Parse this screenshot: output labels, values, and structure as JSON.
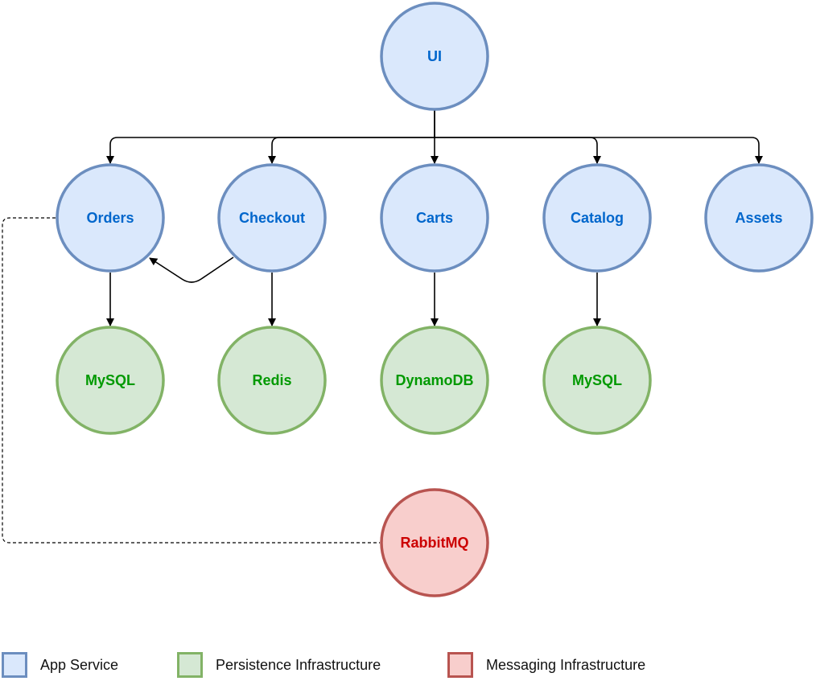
{
  "palette": {
    "app_service": {
      "fill": "#dae8fc",
      "stroke": "#6c8ebf",
      "text": "#0066cc"
    },
    "persistence": {
      "fill": "#d5e8d4",
      "stroke": "#82b366",
      "text": "#009900"
    },
    "messaging": {
      "fill": "#f8cecc",
      "stroke": "#b85450",
      "text": "#cc0000"
    }
  },
  "nodes": [
    {
      "id": "ui",
      "label": "UI",
      "kind": "app_service"
    },
    {
      "id": "orders",
      "label": "Orders",
      "kind": "app_service"
    },
    {
      "id": "checkout",
      "label": "Checkout",
      "kind": "app_service"
    },
    {
      "id": "carts",
      "label": "Carts",
      "kind": "app_service"
    },
    {
      "id": "catalog",
      "label": "Catalog",
      "kind": "app_service"
    },
    {
      "id": "assets",
      "label": "Assets",
      "kind": "app_service"
    },
    {
      "id": "mysql-orders",
      "label": "MySQL",
      "kind": "persistence"
    },
    {
      "id": "redis",
      "label": "Redis",
      "kind": "persistence"
    },
    {
      "id": "dynamodb",
      "label": "DynamoDB",
      "kind": "persistence"
    },
    {
      "id": "mysql-catalog",
      "label": "MySQL",
      "kind": "persistence"
    },
    {
      "id": "rabbitmq",
      "label": "RabbitMQ",
      "kind": "messaging"
    }
  ],
  "edges": [
    {
      "from": "ui",
      "to": "orders",
      "style": "solid"
    },
    {
      "from": "ui",
      "to": "checkout",
      "style": "solid"
    },
    {
      "from": "ui",
      "to": "carts",
      "style": "solid"
    },
    {
      "from": "ui",
      "to": "catalog",
      "style": "solid"
    },
    {
      "from": "ui",
      "to": "assets",
      "style": "solid"
    },
    {
      "from": "checkout",
      "to": "orders",
      "style": "solid"
    },
    {
      "from": "orders",
      "to": "mysql-orders",
      "style": "solid"
    },
    {
      "from": "checkout",
      "to": "redis",
      "style": "solid"
    },
    {
      "from": "carts",
      "to": "dynamodb",
      "style": "solid"
    },
    {
      "from": "catalog",
      "to": "mysql-catalog",
      "style": "solid"
    },
    {
      "from": "orders",
      "to": "rabbitmq",
      "style": "dashed"
    }
  ],
  "legend": [
    {
      "label": "App Service",
      "kind": "app_service"
    },
    {
      "label": "Persistence Infrastructure",
      "kind": "persistence"
    },
    {
      "label": "Messaging Infrastructure",
      "kind": "messaging"
    }
  ]
}
